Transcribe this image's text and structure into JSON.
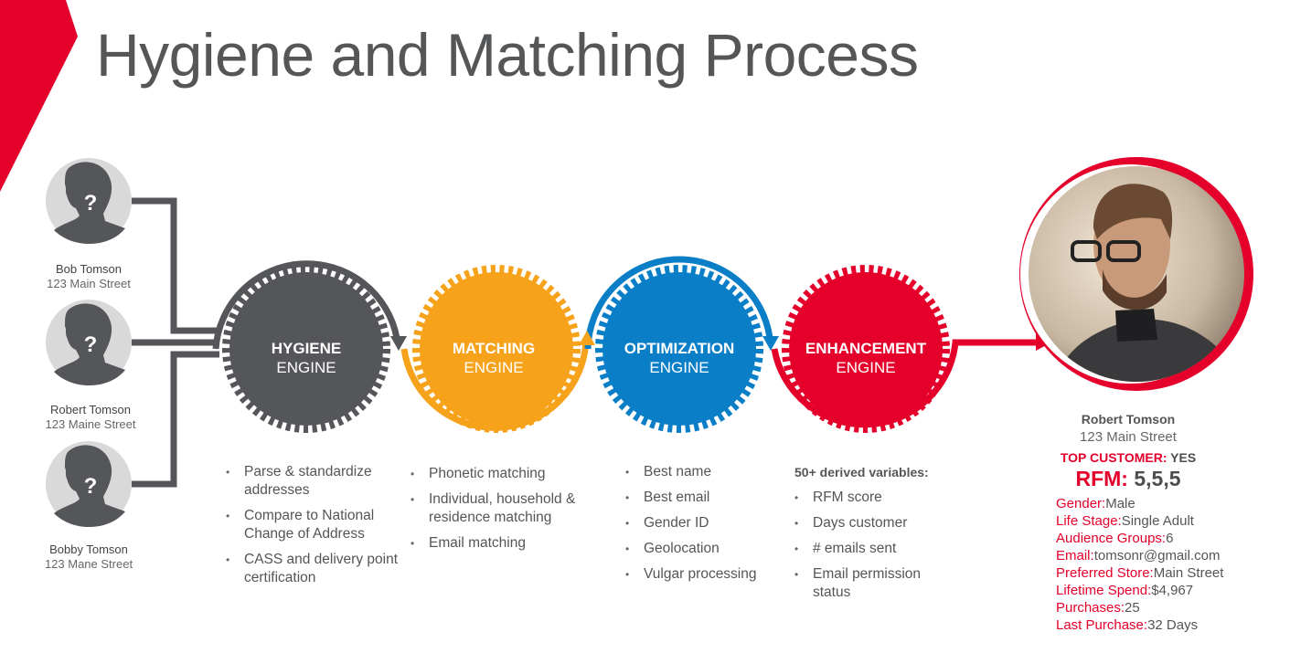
{
  "title": "Hygiene and Matching Process",
  "colors": {
    "brand_red": "#e4002b",
    "hygiene": "#555659",
    "matching": "#f7a21b",
    "optimization": "#0a7fc8",
    "enhancement": "#e4002b"
  },
  "inputs": [
    {
      "name": "Bob Tomson",
      "address": "123 Main Street",
      "icon": "unknown-person-icon"
    },
    {
      "name": "Robert Tomson",
      "address": "123 Maine Street",
      "icon": "unknown-person-icon"
    },
    {
      "name": "Bobby Tomson",
      "address": "123 Mane Street",
      "icon": "unknown-person-icon"
    }
  ],
  "engines": [
    {
      "title": "HYGIENE",
      "subtitle": "ENGINE",
      "bullets": [
        "Parse & standardize addresses",
        "Compare to National Change of Address",
        "CASS and delivery point certification"
      ]
    },
    {
      "title": "MATCHING",
      "subtitle": "ENGINE",
      "bullets": [
        "Phonetic matching",
        "Individual, household & residence matching",
        "Email matching"
      ]
    },
    {
      "title": "OPTIMIZATION",
      "subtitle": "ENGINE",
      "bullets": [
        "Best name",
        "Best email",
        "Gender ID",
        "Geolocation",
        "Vulgar processing"
      ]
    },
    {
      "title": "ENHANCEMENT",
      "subtitle": "ENGINE",
      "heading": "50+ derived variables:",
      "bullets": [
        "RFM score",
        "Days customer",
        "# emails sent",
        "Email permission status"
      ]
    }
  ],
  "profile": {
    "name": "Robert Tomson",
    "address": "123 Main Street",
    "top_customer_label": "TOP CUSTOMER:",
    "top_customer_value": "YES",
    "rfm_label": "RFM:",
    "rfm_value": "5,5,5",
    "fields": [
      {
        "label": "Gender:",
        "value": "Male"
      },
      {
        "label": "Life Stage:",
        "value": "Single Adult"
      },
      {
        "label": "Audience Groups:",
        "value": "6"
      },
      {
        "label": "Email:",
        "value": "tomsonr@gmail.com"
      },
      {
        "label": "Preferred Store:",
        "value": "Main Street"
      },
      {
        "label": "Lifetime Spend:",
        "value": "$4,967"
      },
      {
        "label": "Purchases:",
        "value": "25"
      },
      {
        "label": "Last Purchase:",
        "value": "32 Days"
      }
    ]
  }
}
